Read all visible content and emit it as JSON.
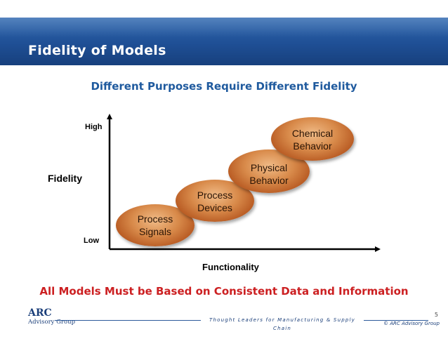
{
  "slide": {
    "title": "Fidelity of Models",
    "subtitle": "Different Purposes Require Different Fidelity",
    "footer_message": "All Models Must be Based on Consistent Data and Information"
  },
  "diagram": {
    "y_axis_label": "Fidelity",
    "y_high_label": "High",
    "y_low_label": "Low",
    "x_axis_label": "Functionality",
    "stages": [
      {
        "label": "Process\nSignals"
      },
      {
        "label": "Process\nDevices"
      },
      {
        "label": "Physical\nBehavior"
      },
      {
        "label": "Chemical\nBehavior"
      }
    ]
  },
  "footer": {
    "logo_text": "ARC",
    "logo_sub": "Advisory Group",
    "tagline": "Thought Leaders for Manufacturing & Supply Chain",
    "page_number": "5",
    "copyright": "© ARC Advisory Group"
  },
  "colors": {
    "banner": "#1f4f95",
    "subtitle": "#1f5a9e",
    "footer_message": "#cc2022",
    "ellipse": "#d88a4a"
  }
}
